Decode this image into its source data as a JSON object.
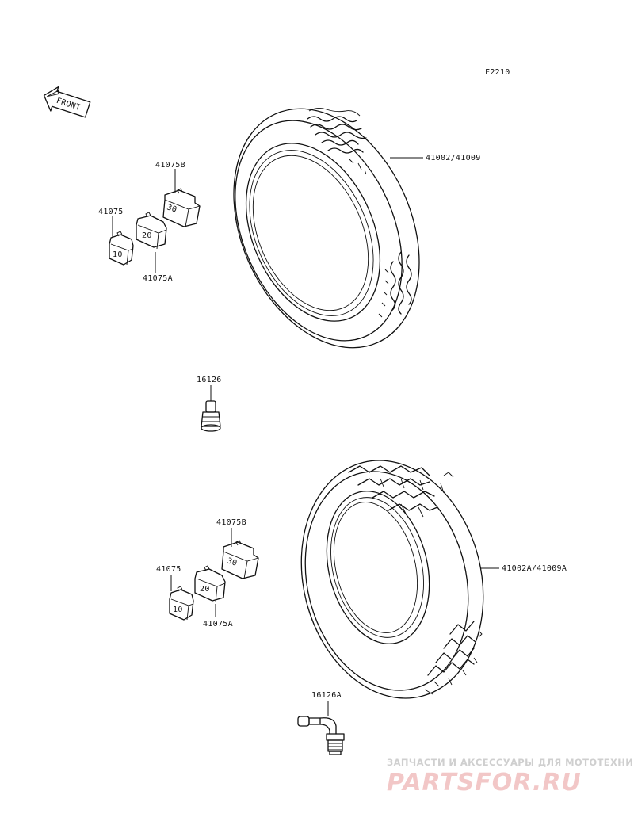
{
  "figure_code": "F2210",
  "front_label": "FRONT",
  "parts": {
    "tire_front": "41002/41009",
    "tire_rear": "41002A/41009A",
    "weight_b_top": "41075B",
    "weight_top": "41075",
    "weight_a_top": "41075A",
    "valve_front": "16126",
    "weight_b_bottom": "41075B",
    "weight_bottom": "41075",
    "weight_a_bottom": "41075A",
    "valve_rear": "16126A"
  },
  "weight_marks": {
    "w10": "10",
    "w20": "20",
    "w30": "30"
  },
  "watermark": {
    "tagline": "ЗАПЧАСТИ И АКСЕССУАРЫ ДЛЯ МОТОТЕХНИКИ",
    "brand": "PARTSFOR.RU"
  }
}
